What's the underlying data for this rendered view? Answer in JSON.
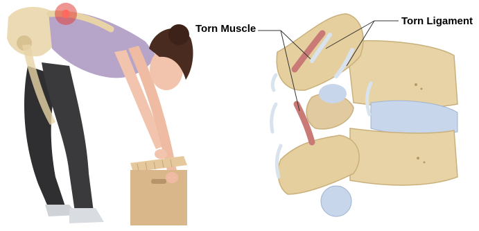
{
  "labels": {
    "torn_muscle": "Torn Muscle",
    "torn_ligament": "Torn Ligament"
  },
  "colors": {
    "bone": "#e7d3a6",
    "bone_shadow": "#c9b07a",
    "muscle": "#c97a76",
    "ligament": "#d8e3ee",
    "disc": "#c7d6ea",
    "skin": "#f2c4ad",
    "shirt": "#b7a4c9",
    "pants": "#3a3a3c",
    "box": "#d9b78a",
    "pain": "#e0403a"
  },
  "icons": [
    "torn-muscle-pointer",
    "torn-ligament-pointer"
  ]
}
